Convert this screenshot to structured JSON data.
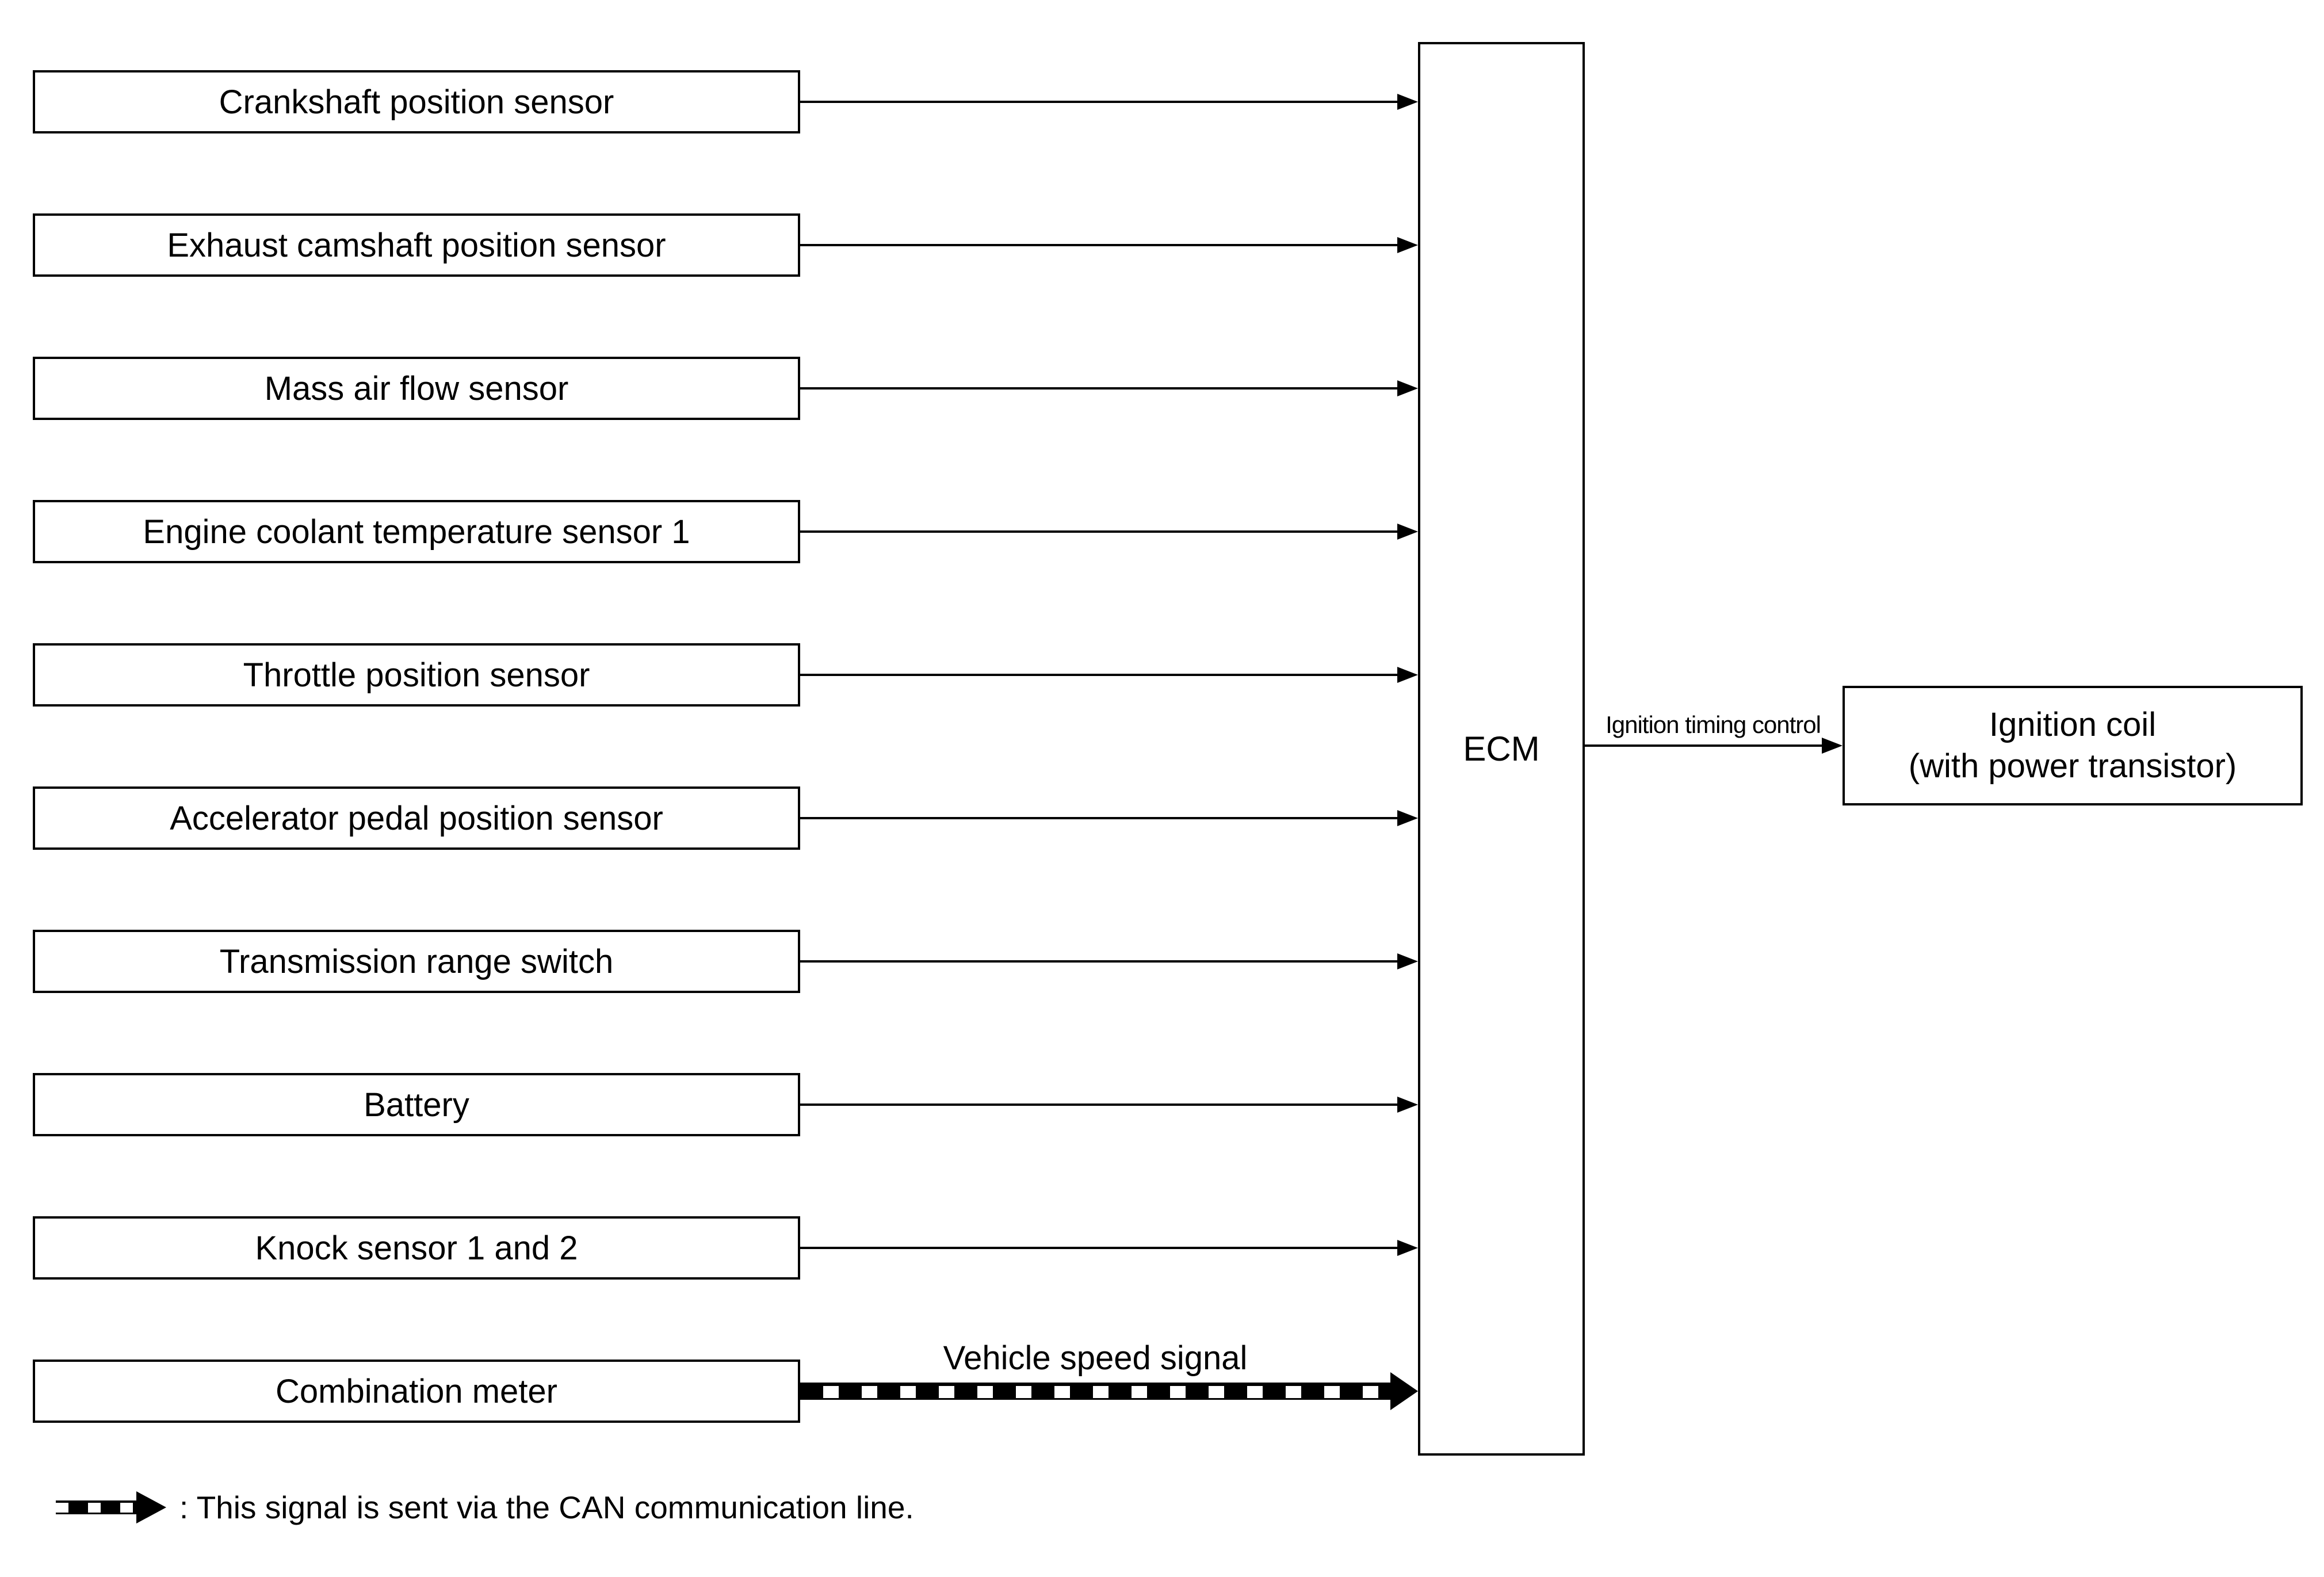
{
  "diagram": {
    "sensors": [
      "Crankshaft position sensor",
      "Exhaust camshaft position sensor",
      "Mass air flow sensor",
      "Engine coolant temperature sensor 1",
      "Throttle position sensor",
      "Accelerator pedal position sensor",
      "Transmission range switch",
      "Battery",
      "Knock sensor 1 and 2",
      "Combination meter"
    ],
    "ecm": {
      "label": "ECM"
    },
    "output": {
      "arrow_label": "Ignition timing control",
      "box_line1": "Ignition coil",
      "box_line2": "(with power transistor)"
    },
    "can_arrow": {
      "label": "Vehicle speed signal"
    },
    "legend": {
      "icon": "can-dashed-arrow-icon",
      "text": ": This signal is sent via the CAN communication line."
    },
    "colors": {
      "foreground": "#000000",
      "background": "#ffffff"
    }
  }
}
